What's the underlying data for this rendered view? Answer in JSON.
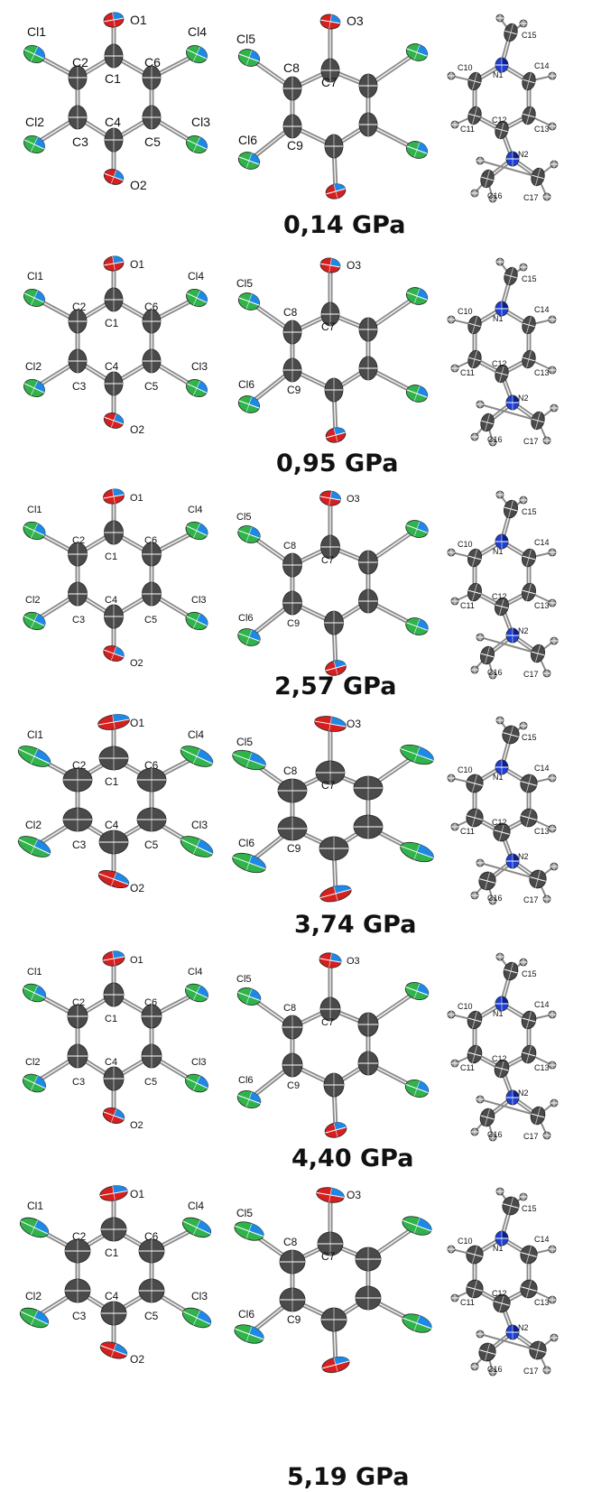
{
  "panels": [
    {
      "pressure": "0,14 GPa"
    },
    {
      "pressure": "0,95 GPa"
    },
    {
      "pressure": "2,57 GPa"
    },
    {
      "pressure": "3,74 GPa"
    },
    {
      "pressure": "4,40 GPa"
    },
    {
      "pressure": "5,19 GPa"
    }
  ],
  "molecule_a": {
    "atoms": [
      "Cl1",
      "C2",
      "C1",
      "O1",
      "C6",
      "Cl4",
      "Cl2",
      "C3",
      "C4",
      "C5",
      "Cl3",
      "O2"
    ]
  },
  "molecule_b": {
    "atoms": [
      "Cl5",
      "C8",
      "C7",
      "O3",
      "Cl6",
      "C9"
    ]
  },
  "molecule_c": {
    "atoms": [
      "C15",
      "C10",
      "N1",
      "C14",
      "C11",
      "C12",
      "C13",
      "N2",
      "C16",
      "C17"
    ]
  },
  "atom_colors": {
    "carbon": "#4a4a4a",
    "oxygen": "#d61f1f",
    "chlorine": "#2fb34a",
    "chlorine_accent": "#1e88e5",
    "nitrogen": "#1e3fd6",
    "hydrogen": "#9a9a9a",
    "bond": "#8a8a8a"
  }
}
